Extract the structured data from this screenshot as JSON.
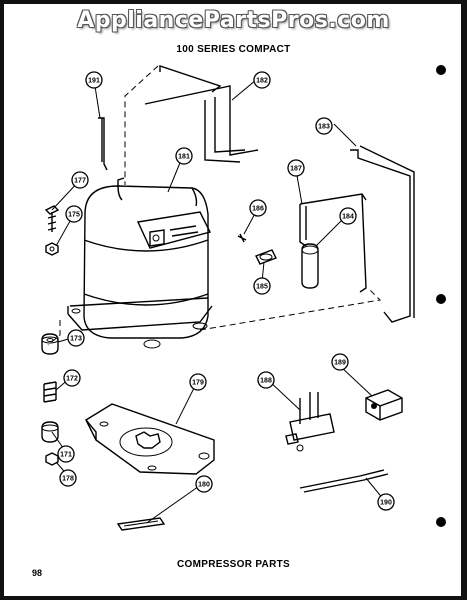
{
  "watermark": "AppliancePartsPros.com",
  "title": "100 SERIES COMPACT",
  "caption": "COMPRESSOR PARTS",
  "page_number": "98",
  "callouts": [
    "191",
    "182",
    "181",
    "183",
    "177",
    "175",
    "186",
    "187",
    "184",
    "185",
    "173",
    "172",
    "179",
    "189",
    "188",
    "171",
    "178",
    "180",
    "190"
  ]
}
